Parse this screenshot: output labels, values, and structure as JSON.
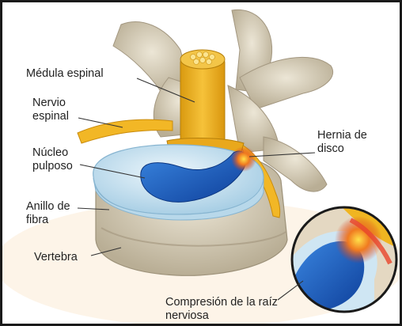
{
  "labels": {
    "medula": "Médula espinal",
    "nervio_line1": "Nervio",
    "nervio_line2": "espinal",
    "nucleo_line1": "Núcleo",
    "nucleo_line2": "pulposo",
    "anillo_line1": "Anillo de",
    "anillo_line2": "fibra",
    "vertebra": "Vertebra",
    "hernia_line1": "Hernia de",
    "hernia_line2": "disco",
    "compresion_line1": "Compresión de la raíz",
    "compresion_line2": "nerviosa"
  },
  "colors": {
    "bone": "#d9d2c0",
    "bone_shadow": "#b8ae96",
    "spinal_cord": "#f0b521",
    "disc_annulus": "#cfe6f3",
    "nucleus": "#1d63c4",
    "herniation": "#e8452a",
    "leader_lines": "#333333"
  }
}
